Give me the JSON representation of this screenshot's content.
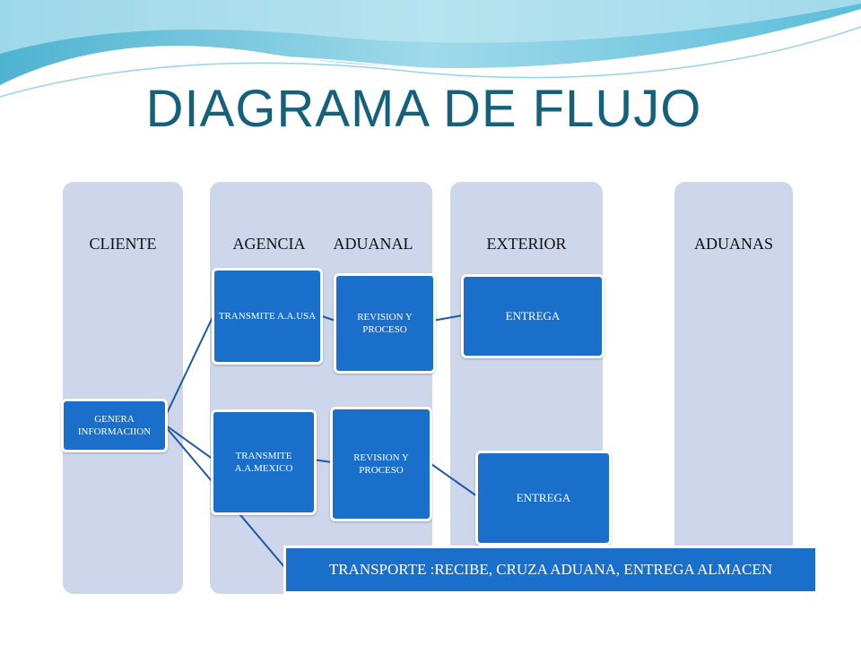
{
  "title": "DIAGRAMA DE FLUJO",
  "lanes": {
    "cliente": "CLIENTE",
    "agencia": "AGENCIA",
    "aduanal": "ADUANAL",
    "exterior": "EXTERIOR",
    "aduanas": "ADUANAS"
  },
  "boxes": {
    "genera": "GENERA INFORMACIION",
    "transmite_usa": "TRANSMITE A.A.USA",
    "revision_1": "REVISION Y PROCESO",
    "entrega_1": "ENTREGA",
    "transmite_mexico": "TRANSMITE A.A.MEXICO",
    "revision_2": "REVISION Y PROCESO",
    "entrega_2": "ENTREGA"
  },
  "transport_bar": "TRANSPORTE :RECIBE, CRUZA ADUANA, ENTREGA ALMACEN",
  "colors": {
    "title": "#15607a",
    "lane": "#cdd6ea",
    "box": "#1a6fca",
    "connector": "#1d58a6"
  }
}
